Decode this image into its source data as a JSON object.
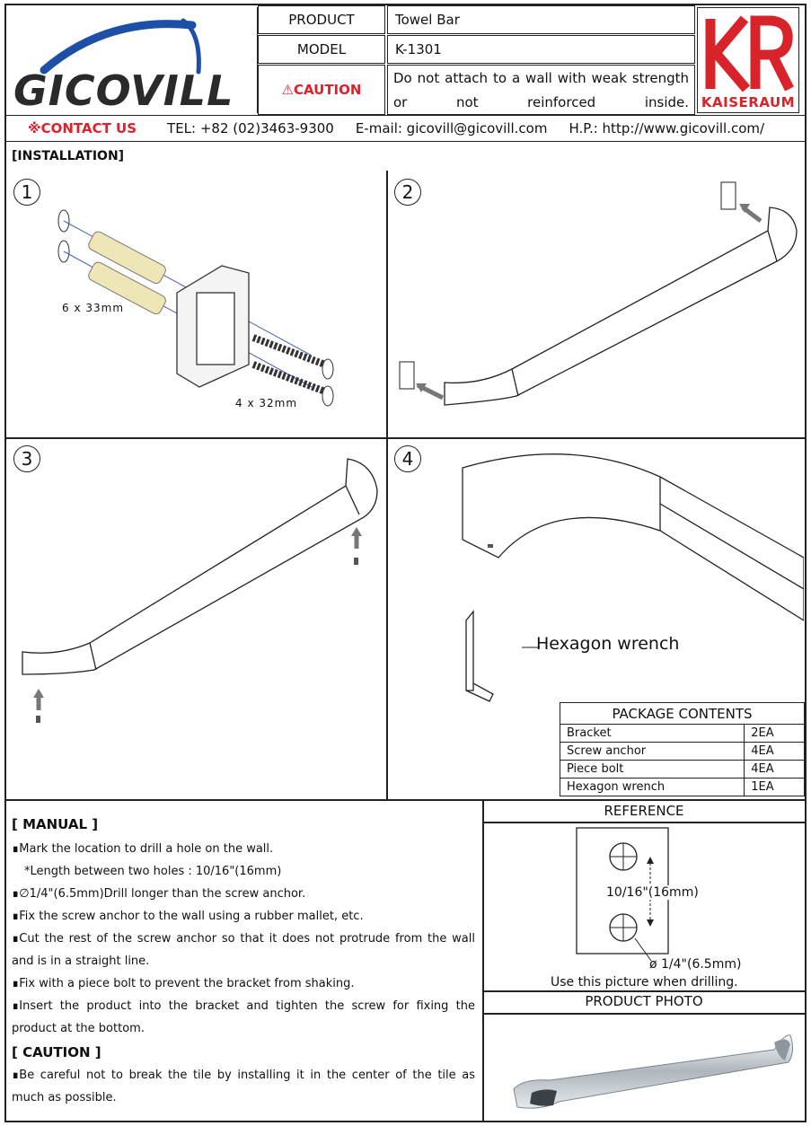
{
  "brand": {
    "logo_text": "GICOVILL",
    "partner_logo_letters": "KR",
    "partner_logo_text": "KAISERAUM"
  },
  "header": {
    "product_label": "PRODUCT",
    "product_value": "Towel Bar",
    "model_label": "MODEL",
    "model_value": "K-1301",
    "caution_label": "⚠CAUTION",
    "caution_text": "Do not attach to a wall with weak strength or not reinforced inside."
  },
  "contact": {
    "label": "※CONTACT US",
    "tel": "TEL: +82 (02)3463-9300",
    "email": "E-mail: gicovill@gicovill.com",
    "homepage": "H.P.: http://www.gicovill.com/"
  },
  "installation": {
    "title": "[INSTALLATION]",
    "steps": [
      "1",
      "2",
      "3",
      "4"
    ],
    "anchor_size": "6 x 33mm",
    "screw_size": "4 x 32mm",
    "wrench_label": "Hexagon wrench"
  },
  "package": {
    "title": "PACKAGE CONTENTS",
    "rows": [
      {
        "item": "Bracket",
        "qty": "2EA"
      },
      {
        "item": "Screw anchor",
        "qty": "4EA"
      },
      {
        "item": "Piece bolt",
        "qty": "4EA"
      },
      {
        "item": "Hexagon wrench",
        "qty": "1EA"
      }
    ]
  },
  "manual": {
    "title": "[ MANUAL ]",
    "items": [
      "∎Mark the location to drill a hole on the wall.",
      "*Length between two holes : 10/16\"(16mm)",
      "∎∅1/4\"(6.5mm)Drill longer than the screw anchor.",
      "∎Fix the screw anchor to the wall using a rubber mallet, etc.",
      "∎Cut the rest of the screw anchor so that it does not protrude from the wall and is in a straight line.",
      "∎Fix with a piece bolt to prevent the bracket from shaking.",
      "∎Insert the product into the bracket and tighten the screw for fixing the product at the bottom."
    ],
    "caution_title": "[ CAUTION ]",
    "caution_text": "∎Be careful not to break the tile by installing it in the center of the tile as much as possible."
  },
  "reference": {
    "title": "REFERENCE",
    "distance": "10/16\"(16mm)",
    "diameter": "ø 1/4\"(6.5mm)",
    "note": "Use this picture when drilling."
  },
  "product_photo": {
    "title": "PRODUCT PHOTO"
  },
  "colors": {
    "caution_red": "#e0202a",
    "logo_blue": "#1e4fa8",
    "partner_red": "#d8232a"
  }
}
